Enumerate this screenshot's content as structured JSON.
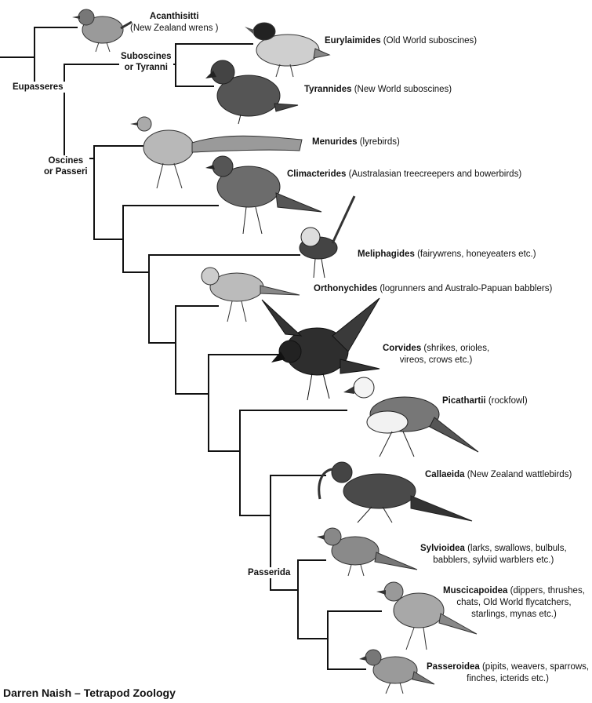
{
  "taxa": [
    {
      "name": "Acanthisitti",
      "desc": "(New Zealand wrens )"
    },
    {
      "name": "Eurylaimides",
      "desc": "(Old World suboscines)"
    },
    {
      "name": "Tyrannides",
      "desc": "(New World suboscines)"
    },
    {
      "name": "Menurides",
      "desc": "(lyrebirds)"
    },
    {
      "name": "Climacterides",
      "desc": "(Australasian treecreepers and bowerbirds)"
    },
    {
      "name": "Meliphagides",
      "desc": "(fairywrens, honeyeaters etc.)"
    },
    {
      "name": "Orthonychides",
      "desc": "(logrunners and Australo-Papuan babblers)"
    },
    {
      "name": "Corvides",
      "desc": "(shrikes, orioles,",
      "desc2": "vireos, crows etc.)"
    },
    {
      "name": "Picathartii",
      "desc": "(rockfowl)"
    },
    {
      "name": "Callaeida",
      "desc": "(New Zealand wattlebirds)"
    },
    {
      "name": "Sylvioidea",
      "desc": "(larks, swallows, bulbuls,",
      "desc2": "babblers, sylviid warblers etc.)"
    },
    {
      "name": "Muscicapoidea",
      "desc": "(dippers, thrushes,",
      "desc2": "chats, Old World flycatchers,",
      "desc3": "starlings, mynas etc.)"
    },
    {
      "name": "Passeroidea",
      "desc": "(pipits, weavers, sparrows,",
      "desc2": "finches, icterids etc.)"
    }
  ],
  "nodes": {
    "eupasseres": "Eupasseres",
    "suboscines_1": "Suboscines",
    "suboscines_2": "or Tyranni",
    "oscines_1": "Oscines",
    "oscines_2": "or Passeri",
    "passerida": "Passerida"
  },
  "credit": "Darren Naish – Tetrapod Zoology",
  "colors": {
    "line": "#111111",
    "bird_fill": "#8a8a8a",
    "bird_dark": "#2a2a2a",
    "bird_light": "#d8d8d8"
  },
  "icons": [
    "bird-illustration"
  ]
}
